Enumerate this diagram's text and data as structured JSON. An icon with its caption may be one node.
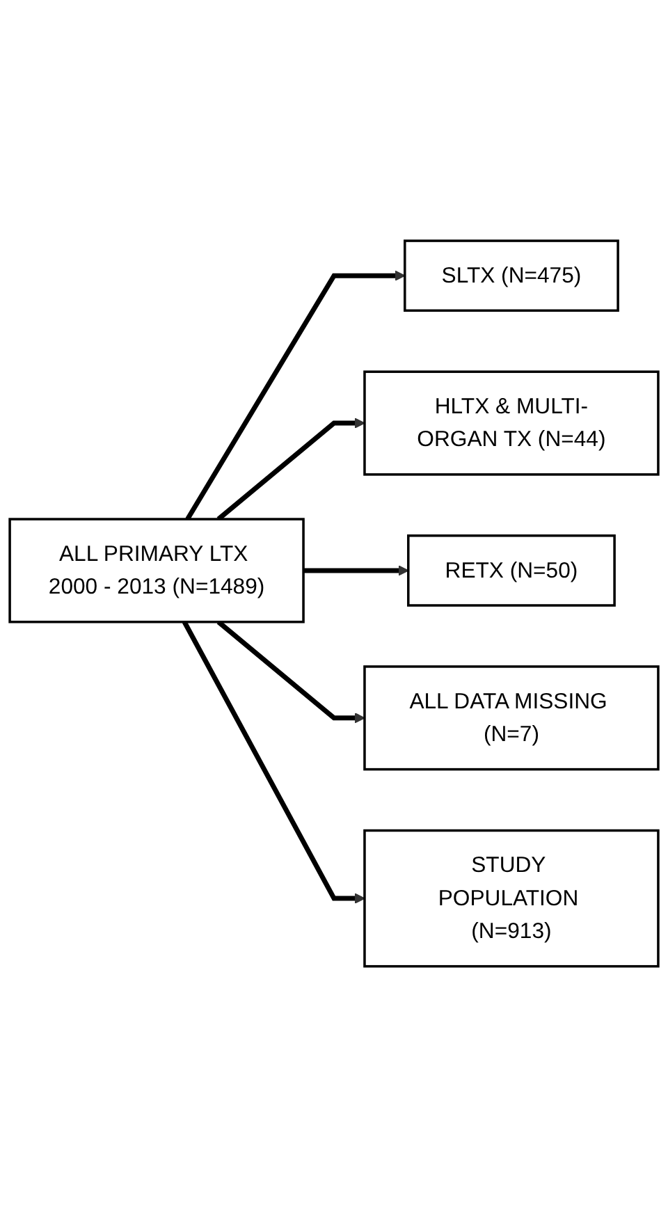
{
  "diagram": {
    "nodes": [
      {
        "text": [
          "ALL PRIMARY LTX 2000 - 2013 (N=1489)"
        ]
      },
      {
        "text": [
          "SLTX (N=475)"
        ]
      },
      {
        "text": [
          "HLTX & MULTI-ORGAN TX (N=44)"
        ]
      },
      {
        "text": [
          "RETX (N=50)"
        ]
      },
      {
        "text": [
          "ALL DATA MISSING (N=7)"
        ]
      },
      {
        "text": [
          "STUDY POPULATION (N=913)"
        ]
      }
    ],
    "edges": [
      {
        "from": 0,
        "to": 1,
        "arrow": "to"
      },
      {
        "from": 0,
        "to": 2,
        "arrow": "to"
      },
      {
        "from": 0,
        "to": 3,
        "arrow": "to"
      },
      {
        "from": 0,
        "to": 4,
        "arrow": "to"
      },
      {
        "from": 0,
        "to": 5,
        "arrow": "to"
      }
    ]
  }
}
